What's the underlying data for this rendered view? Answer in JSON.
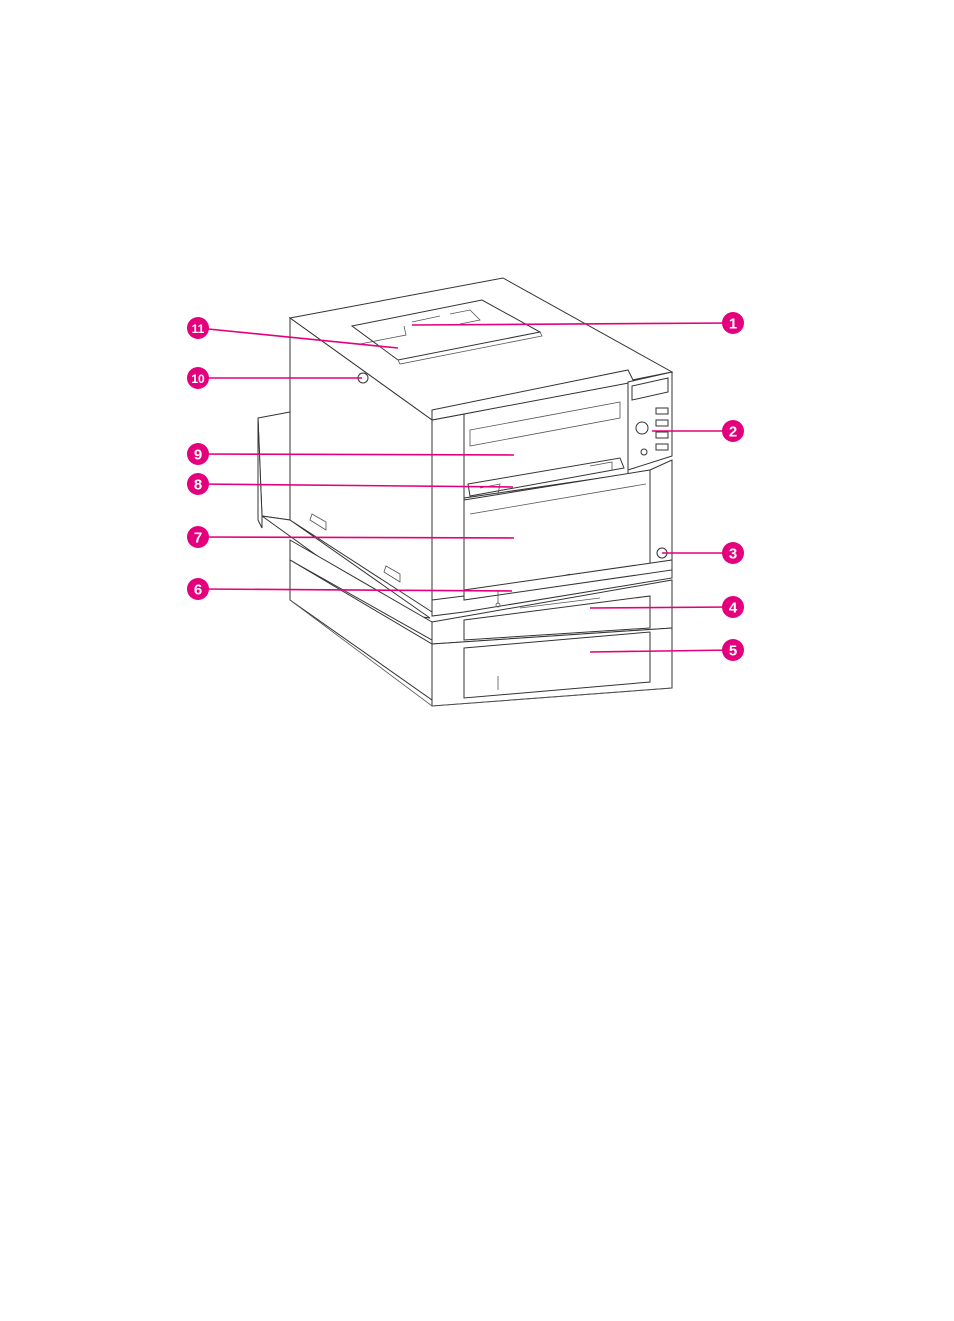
{
  "figure": {
    "accent_color": "#e4007c",
    "callouts": [
      {
        "id": "1",
        "label": "1"
      },
      {
        "id": "2",
        "label": "2"
      },
      {
        "id": "3",
        "label": "3"
      },
      {
        "id": "4",
        "label": "4"
      },
      {
        "id": "5",
        "label": "5"
      },
      {
        "id": "6",
        "label": "6"
      },
      {
        "id": "7",
        "label": "7"
      },
      {
        "id": "8",
        "label": "8"
      },
      {
        "id": "9",
        "label": "9"
      },
      {
        "id": "10",
        "label": "10"
      },
      {
        "id": "11",
        "label": "11"
      }
    ]
  }
}
